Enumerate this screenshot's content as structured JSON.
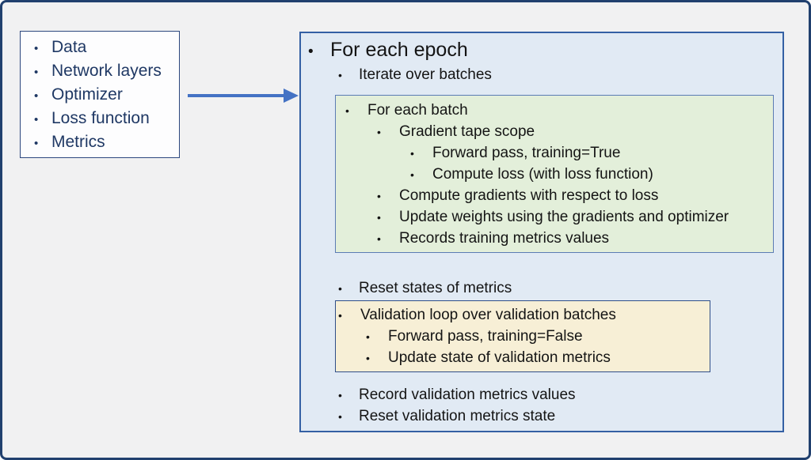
{
  "glyphs": {
    "bullet": "•"
  },
  "left_panel": {
    "items": [
      "Data",
      "Network layers",
      "Optimizer",
      "Loss function",
      "Metrics"
    ]
  },
  "epoch_panel": {
    "title": "For each epoch",
    "iterate_label": "Iterate over batches",
    "batch_box": {
      "title": "For each batch",
      "gradient_tape": "Gradient tape scope",
      "forward_pass": "Forward pass, training=True",
      "compute_loss": "Compute loss (with loss function)",
      "compute_gradients": "Compute gradients with respect to loss",
      "update_weights": "Update weights using the gradients and optimizer",
      "record_metrics": "Records training metrics values"
    },
    "reset_metrics": "Reset states of metrics",
    "validation_box": {
      "title": "Validation loop over validation batches",
      "forward_pass": "Forward pass, training=False",
      "update_state": "Update state of validation metrics"
    },
    "record_validation": "Record validation metrics values",
    "reset_validation": "Reset validation metrics state"
  },
  "colors": {
    "canvas_bg": "#F1F1F2",
    "outer_border": "#21406E",
    "left_box_bg": "#FDFDFE",
    "left_box_border": "#2C477E",
    "left_text": "#1F3864",
    "arrow": "#4472C4",
    "epoch_bg": "#E1EAF4",
    "epoch_border": "#3460A4",
    "batch_bg": "#E3EFDA",
    "batch_border": "#5B7CB4",
    "validation_bg": "#F7EFD6",
    "validation_border": "#2F4E88",
    "body_text": "#141414"
  }
}
